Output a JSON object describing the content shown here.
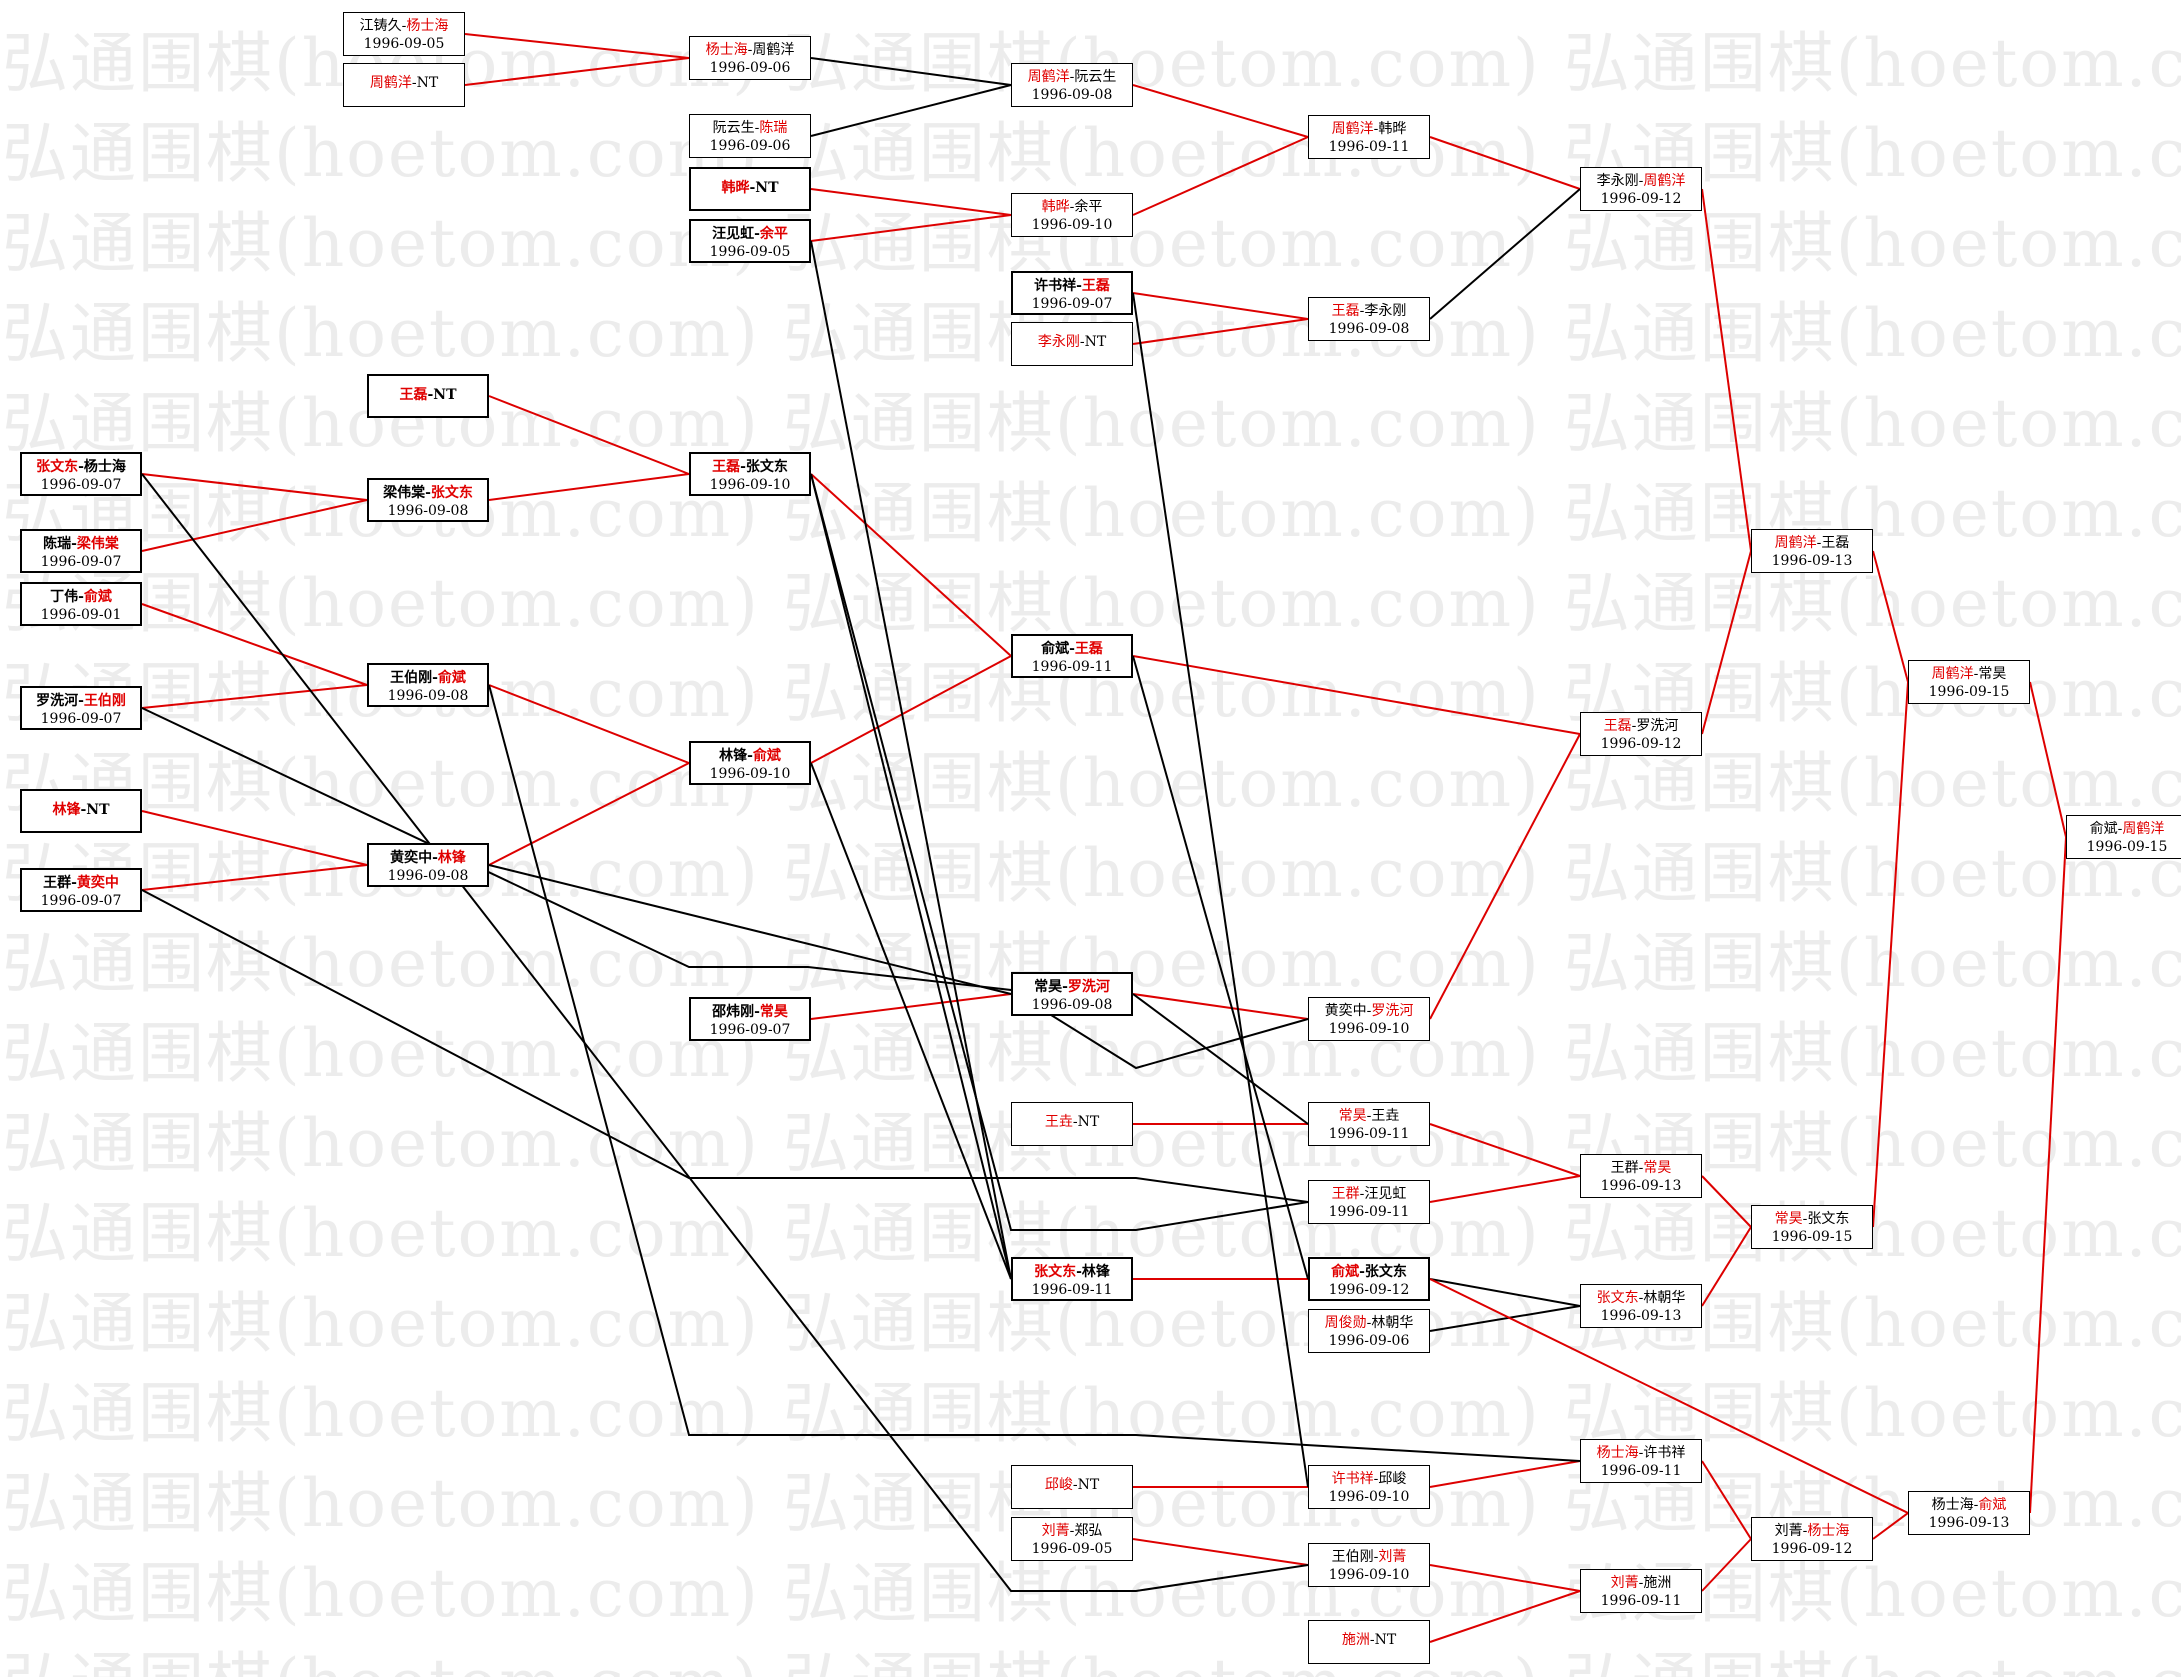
{
  "watermark": {
    "text": "弘通围棋(hoetom.com)",
    "rows": 19
  },
  "colors": {
    "winner": "#e00000",
    "edge_red": "#dd0000",
    "edge_black": "#000000",
    "watermark": "#ececec"
  },
  "matches": [
    {
      "id": "m1",
      "p1": "江铸久",
      "p2": "杨士海",
      "winner": 2,
      "date": "1996-09-05",
      "bold": false
    },
    {
      "id": "m2",
      "p1": "周鹤洋",
      "p2": "NT",
      "winner": 1,
      "date": "",
      "bold": false
    },
    {
      "id": "m3",
      "p1": "杨士海",
      "p2": "周鹤洋",
      "winner": 1,
      "date": "1996-09-06",
      "bold": false
    },
    {
      "id": "m4",
      "p1": "阮云生",
      "p2": "陈瑞",
      "winner": 2,
      "date": "1996-09-06",
      "bold": false
    },
    {
      "id": "m5",
      "p1": "韩晔",
      "p2": "NT",
      "winner": 1,
      "date": "",
      "bold": true
    },
    {
      "id": "m6",
      "p1": "汪见虹",
      "p2": "余平",
      "winner": 2,
      "date": "1996-09-05",
      "bold": true
    },
    {
      "id": "m7",
      "p1": "周鹤洋",
      "p2": "阮云生",
      "winner": 1,
      "date": "1996-09-08",
      "bold": false
    },
    {
      "id": "m8",
      "p1": "韩晔",
      "p2": "余平",
      "winner": 1,
      "date": "1996-09-10",
      "bold": false
    },
    {
      "id": "m9",
      "p1": "许书祥",
      "p2": "王磊",
      "winner": 2,
      "date": "1996-09-07",
      "bold": true
    },
    {
      "id": "m10",
      "p1": "李永刚",
      "p2": "NT",
      "winner": 1,
      "date": "",
      "bold": false
    },
    {
      "id": "m11",
      "p1": "周鹤洋",
      "p2": "韩晔",
      "winner": 1,
      "date": "1996-09-11",
      "bold": false
    },
    {
      "id": "m12",
      "p1": "王磊",
      "p2": "李永刚",
      "winner": 1,
      "date": "1996-09-08",
      "bold": false
    },
    {
      "id": "m13",
      "p1": "李永刚",
      "p2": "周鹤洋",
      "winner": 2,
      "date": "1996-09-12",
      "bold": false
    },
    {
      "id": "m14",
      "p1": "王磊",
      "p2": "NT",
      "winner": 1,
      "date": "",
      "bold": true
    },
    {
      "id": "m15",
      "p1": "张文东",
      "p2": "杨士海",
      "winner": 1,
      "date": "1996-09-07",
      "bold": true
    },
    {
      "id": "m16",
      "p1": "梁伟棠",
      "p2": "张文东",
      "winner": 2,
      "date": "1996-09-08",
      "bold": true
    },
    {
      "id": "m17",
      "p1": "王磊",
      "p2": "张文东",
      "winner": 1,
      "date": "1996-09-10",
      "bold": true
    },
    {
      "id": "m18",
      "p1": "陈瑞",
      "p2": "梁伟棠",
      "winner": 2,
      "date": "1996-09-07",
      "bold": true
    },
    {
      "id": "m19",
      "p1": "丁伟",
      "p2": "俞斌",
      "winner": 2,
      "date": "1996-09-01",
      "bold": true
    },
    {
      "id": "m20",
      "p1": "王伯刚",
      "p2": "俞斌",
      "winner": 2,
      "date": "1996-09-08",
      "bold": true
    },
    {
      "id": "m21",
      "p1": "罗洗河",
      "p2": "王伯刚",
      "winner": 2,
      "date": "1996-09-07",
      "bold": true
    },
    {
      "id": "m22",
      "p1": "林锋",
      "p2": "俞斌",
      "winner": 2,
      "date": "1996-09-10",
      "bold": true
    },
    {
      "id": "m23",
      "p1": "俞斌",
      "p2": "王磊",
      "winner": 2,
      "date": "1996-09-11",
      "bold": true
    },
    {
      "id": "m24",
      "p1": "林锋",
      "p2": "NT",
      "winner": 1,
      "date": "",
      "bold": true
    },
    {
      "id": "m25",
      "p1": "黄奕中",
      "p2": "林锋",
      "winner": 2,
      "date": "1996-09-08",
      "bold": true
    },
    {
      "id": "m26",
      "p1": "王群",
      "p2": "黄奕中",
      "winner": 2,
      "date": "1996-09-07",
      "bold": true
    },
    {
      "id": "m27",
      "p1": "周鹤洋",
      "p2": "王磊",
      "winner": 1,
      "date": "1996-09-13",
      "bold": false
    },
    {
      "id": "m28",
      "p1": "王磊",
      "p2": "罗洗河",
      "winner": 1,
      "date": "1996-09-12",
      "bold": false
    },
    {
      "id": "m29",
      "p1": "周鹤洋",
      "p2": "常昊",
      "winner": 1,
      "date": "1996-09-15",
      "bold": false
    },
    {
      "id": "m30",
      "p1": "俞斌",
      "p2": "周鹤洋",
      "winner": 2,
      "date": "1996-09-15",
      "bold": false
    },
    {
      "id": "m31",
      "p1": "常昊",
      "p2": "罗洗河",
      "winner": 2,
      "date": "1996-09-08",
      "bold": true
    },
    {
      "id": "m32",
      "p1": "邵炜刚",
      "p2": "常昊",
      "winner": 2,
      "date": "1996-09-07",
      "bold": true
    },
    {
      "id": "m33",
      "p1": "黄奕中",
      "p2": "罗洗河",
      "winner": 2,
      "date": "1996-09-10",
      "bold": false
    },
    {
      "id": "m34",
      "p1": "王垚",
      "p2": "NT",
      "winner": 1,
      "date": "",
      "bold": false
    },
    {
      "id": "m35",
      "p1": "常昊",
      "p2": "王垚",
      "winner": 1,
      "date": "1996-09-11",
      "bold": false
    },
    {
      "id": "m36",
      "p1": "王群",
      "p2": "汪见虹",
      "winner": 1,
      "date": "1996-09-11",
      "bold": false
    },
    {
      "id": "m37",
      "p1": "王群",
      "p2": "常昊",
      "winner": 2,
      "date": "1996-09-13",
      "bold": false
    },
    {
      "id": "m38",
      "p1": "常昊",
      "p2": "张文东",
      "winner": 1,
      "date": "1996-09-15",
      "bold": false
    },
    {
      "id": "m39",
      "p1": "张文东",
      "p2": "林锋",
      "winner": 1,
      "date": "1996-09-11",
      "bold": true
    },
    {
      "id": "m40",
      "p1": "俞斌",
      "p2": "张文东",
      "winner": 1,
      "date": "1996-09-12",
      "bold": true
    },
    {
      "id": "m41",
      "p1": "周俊勋",
      "p2": "林朝华",
      "winner": 1,
      "date": "1996-09-06",
      "bold": false
    },
    {
      "id": "m42",
      "p1": "张文东",
      "p2": "林朝华",
      "winner": 1,
      "date": "1996-09-13",
      "bold": false
    },
    {
      "id": "m43",
      "p1": "杨士海",
      "p2": "许书祥",
      "winner": 1,
      "date": "1996-09-11",
      "bold": false
    },
    {
      "id": "m44",
      "p1": "邱峻",
      "p2": "NT",
      "winner": 1,
      "date": "",
      "bold": false
    },
    {
      "id": "m45",
      "p1": "许书祥",
      "p2": "邱峻",
      "winner": 1,
      "date": "1996-09-10",
      "bold": false
    },
    {
      "id": "m46",
      "p1": "刘菁",
      "p2": "郑弘",
      "winner": 1,
      "date": "1996-09-05",
      "bold": false
    },
    {
      "id": "m47",
      "p1": "王伯刚",
      "p2": "刘菁",
      "winner": 2,
      "date": "1996-09-10",
      "bold": false
    },
    {
      "id": "m48",
      "p1": "刘菁",
      "p2": "施洲",
      "winner": 1,
      "date": "1996-09-11",
      "bold": false
    },
    {
      "id": "m49",
      "p1": "施洲",
      "p2": "NT",
      "winner": 1,
      "date": "",
      "bold": false
    },
    {
      "id": "m50",
      "p1": "刘菁",
      "p2": "杨士海",
      "winner": 2,
      "date": "1996-09-12",
      "bold": false
    },
    {
      "id": "m51",
      "p1": "杨士海",
      "p2": "俞斌",
      "winner": 2,
      "date": "1996-09-13",
      "bold": false
    }
  ],
  "edges": [
    {
      "from": "m1",
      "to": "m3",
      "color": "red"
    },
    {
      "from": "m2",
      "to": "m3",
      "color": "red"
    },
    {
      "from": "m3",
      "to": "m7",
      "color": "black"
    },
    {
      "from": "m4",
      "to": "m7",
      "color": "black"
    },
    {
      "from": "m5",
      "to": "m8",
      "color": "red"
    },
    {
      "from": "m6",
      "to": "m8",
      "color": "red"
    },
    {
      "from": "m7",
      "to": "m11",
      "color": "red"
    },
    {
      "from": "m8",
      "to": "m11",
      "color": "red"
    },
    {
      "from": "m9",
      "to": "m12",
      "color": "red"
    },
    {
      "from": "m10",
      "to": "m12",
      "color": "red"
    },
    {
      "from": "m11",
      "to": "m13",
      "color": "red"
    },
    {
      "from": "m12",
      "to": "m13",
      "color": "black"
    },
    {
      "from": "m14",
      "to": "m17",
      "color": "red"
    },
    {
      "from": "m15",
      "to": "m16",
      "color": "red"
    },
    {
      "from": "m18",
      "to": "m16",
      "color": "red"
    },
    {
      "from": "m16",
      "to": "m17",
      "color": "red"
    },
    {
      "from": "m17",
      "to": "m23",
      "color": "red"
    },
    {
      "from": "m19",
      "to": "m20",
      "color": "red"
    },
    {
      "from": "m21",
      "to": "m20",
      "color": "red"
    },
    {
      "from": "m20",
      "to": "m22",
      "color": "red"
    },
    {
      "from": "m24",
      "to": "m25",
      "color": "red"
    },
    {
      "from": "m26",
      "to": "m25",
      "color": "red"
    },
    {
      "from": "m25",
      "to": "m22",
      "color": "red"
    },
    {
      "from": "m22",
      "to": "m23",
      "color": "red"
    },
    {
      "from": "m23",
      "to": "m28",
      "color": "red"
    },
    {
      "from": "m13",
      "to": "m27",
      "color": "red"
    },
    {
      "from": "m28",
      "to": "m27",
      "color": "red"
    },
    {
      "from": "m27",
      "to": "m29",
      "color": "red"
    },
    {
      "from": "m29",
      "to": "m30",
      "color": "red"
    },
    {
      "from": "m32",
      "to": "m31",
      "color": "red"
    },
    {
      "from": "m31",
      "to": "m33",
      "color": "red"
    },
    {
      "from": "m33",
      "to": "m28",
      "color": "red"
    },
    {
      "from": "m34",
      "to": "m35",
      "color": "red"
    },
    {
      "from": "m35",
      "to": "m37",
      "color": "red"
    },
    {
      "from": "m36",
      "to": "m37",
      "color": "red"
    },
    {
      "from": "m37",
      "to": "m38",
      "color": "red"
    },
    {
      "from": "m38",
      "to": "m29",
      "color": "red"
    },
    {
      "from": "m39",
      "to": "m40",
      "color": "red"
    },
    {
      "from": "m40",
      "to": "m42",
      "color": "black"
    },
    {
      "from": "m41",
      "to": "m42",
      "color": "black"
    },
    {
      "from": "m42",
      "to": "m38",
      "color": "red"
    },
    {
      "from": "m44",
      "to": "m45",
      "color": "red"
    },
    {
      "from": "m45",
      "to": "m43",
      "color": "red"
    },
    {
      "from": "m46",
      "to": "m47",
      "color": "red"
    },
    {
      "from": "m47",
      "to": "m48",
      "color": "red"
    },
    {
      "from": "m49",
      "to": "m48",
      "color": "red"
    },
    {
      "from": "m43",
      "to": "m50",
      "color": "red"
    },
    {
      "from": "m48",
      "to": "m50",
      "color": "red"
    },
    {
      "from": "m50",
      "to": "m51",
      "color": "red"
    },
    {
      "from": "m40",
      "to": "m51",
      "color": "red"
    },
    {
      "from": "m51",
      "to": "m30",
      "color": "red"
    },
    {
      "from": "m15",
      "to": "m47",
      "color": "black"
    },
    {
      "from": "m21",
      "to": "m33",
      "color": "black"
    },
    {
      "from": "m26",
      "to": "m36",
      "color": "black"
    },
    {
      "from": "m25",
      "to": "m31",
      "color": "black"
    },
    {
      "from": "m20",
      "to": "m43",
      "color": "black"
    },
    {
      "from": "m6",
      "to": "m39",
      "color": "black"
    },
    {
      "from": "m17",
      "to": "m39",
      "color": "black"
    },
    {
      "from": "m17",
      "to": "m36",
      "color": "black"
    },
    {
      "from": "m22",
      "to": "m39",
      "color": "black"
    },
    {
      "from": "m9",
      "to": "m45",
      "color": "black"
    },
    {
      "from": "m23",
      "to": "m40",
      "color": "black"
    },
    {
      "from": "m31",
      "to": "m35",
      "color": "black"
    }
  ]
}
